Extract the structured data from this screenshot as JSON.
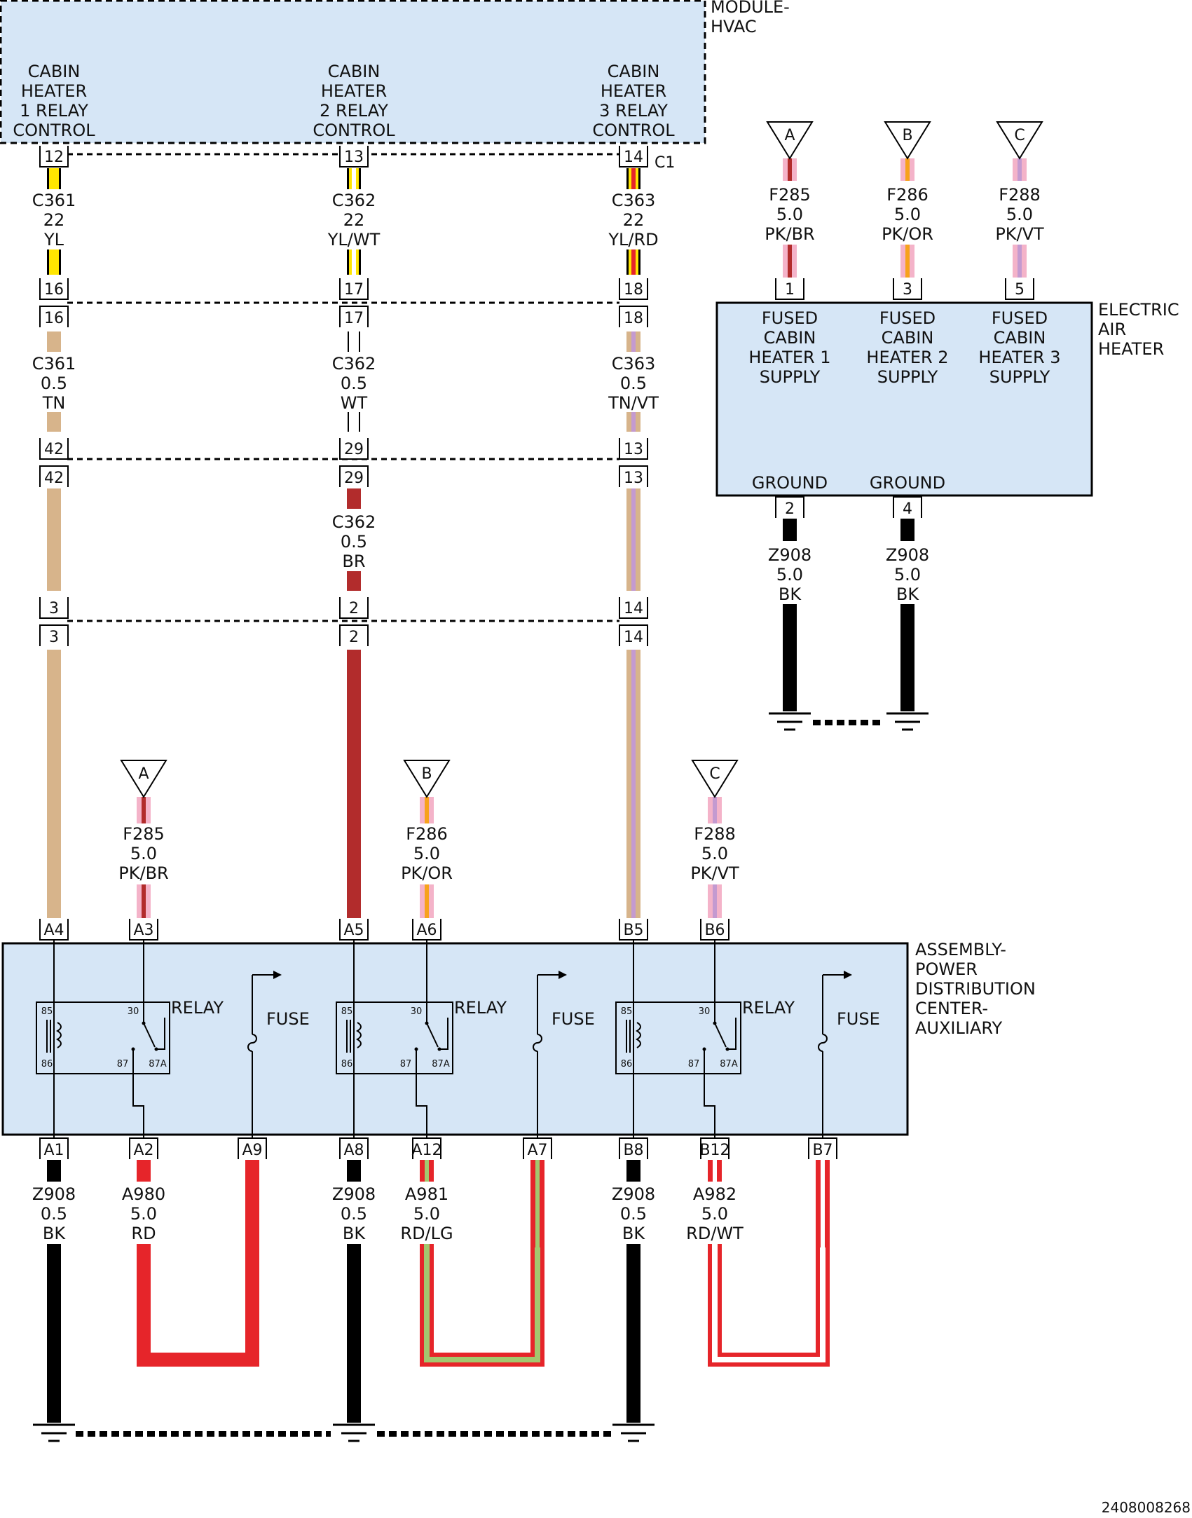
{
  "colors": {
    "module_fill": "#d6e6f6",
    "YL": "#ffe600",
    "RD": "#e6252a",
    "BR": "#b22c2c",
    "TN": "#d7b48b",
    "VT": "#c49ad0",
    "PK": "#f4b3c9",
    "OR": "#f7a21d",
    "WT": "#ffffff",
    "BK": "#000000",
    "LG": "#a3c86f"
  },
  "modules": {
    "hvac": {
      "name": "MODULE-\nHVAC",
      "connector": "C1",
      "funcs": [
        "CABIN\nHEATER\n1 RELAY\nCONTROL",
        "CABIN\nHEATER\n2 RELAY\nCONTROL",
        "CABIN\nHEATER\n3 RELAY\nCONTROL"
      ],
      "pins": [
        "12",
        "13",
        "14"
      ]
    },
    "air_heater": {
      "name": "ELECTRIC\nAIR\nHEATER",
      "supply_funcs": [
        "FUSED\nCABIN\nHEATER 1\nSUPPLY",
        "FUSED\nCABIN\nHEATER 2\nSUPPLY",
        "FUSED\nCABIN\nHEATER 3\nSUPPLY"
      ],
      "supply_pins": [
        "1",
        "3",
        "5"
      ],
      "ground_funcs": [
        "GROUND",
        "GROUND"
      ],
      "ground_pins": [
        "2",
        "4"
      ]
    },
    "pdc": {
      "name": "ASSEMBLY-\nPOWER\nDISTRIBUTION\nCENTER-\nAUXILIARY",
      "top_pins": [
        "A4",
        "A3",
        "A5",
        "A6",
        "B5",
        "B6"
      ],
      "bottom_pins": [
        "A1",
        "A2",
        "A9",
        "A8",
        "A12",
        "A7",
        "B8",
        "B12",
        "B7"
      ],
      "relay_label": "RELAY",
      "fuse_label": "FUSE",
      "relay_terms": [
        "85",
        "86",
        "30",
        "87",
        "87A"
      ]
    }
  },
  "splices": [
    {
      "id": "A",
      "circuit": "F285\n5.0\nPK/BR"
    },
    {
      "id": "B",
      "circuit": "F286\n5.0\nPK/OR"
    },
    {
      "id": "C",
      "circuit": "F288\n5.0\nPK/VT"
    }
  ],
  "inline_connectors": [
    [
      "16",
      "17",
      "18"
    ],
    [
      "16",
      "17",
      "18"
    ],
    [
      "42",
      "29",
      "13"
    ],
    [
      "42",
      "29",
      "13"
    ],
    [
      "3",
      "2",
      "14"
    ],
    [
      "3",
      "2",
      "14"
    ]
  ],
  "wires": {
    "hvac_out": [
      "C361\n22\nYL",
      "C362\n22\nYL/WT",
      "C363\n22\nYL/RD"
    ],
    "mid": [
      "C361\n0.5\nTN",
      "C362\n0.5\nWT",
      "C363\n0.5\nTN/VT"
    ],
    "lower": "C362\n0.5\nBR",
    "heater_ground": "Z908\n5.0\nBK",
    "pdc_out": [
      "Z908\n0.5\nBK",
      "A980\n5.0\nRD",
      "Z908\n0.5\nBK",
      "A981\n5.0\nRD/LG",
      "Z908\n0.5\nBK",
      "A982\n5.0\nRD/WT"
    ]
  },
  "figure_id": "2408008268"
}
